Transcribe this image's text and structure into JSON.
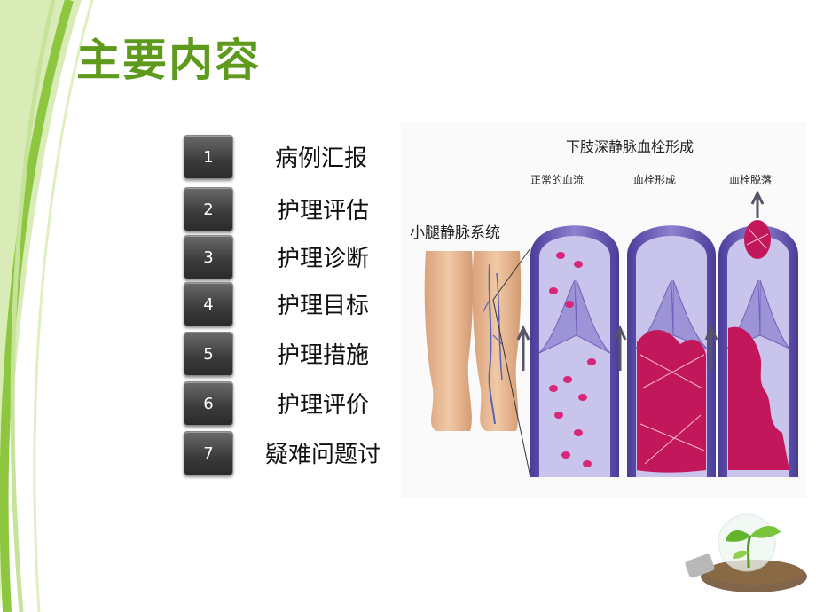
{
  "slide": {
    "title": "主要内容",
    "menu": [
      {
        "number": "1",
        "label": "病例汇报"
      },
      {
        "number": "2",
        "label": "护理评估"
      },
      {
        "number": "3",
        "label": "护理诊断"
      },
      {
        "number": "4",
        "label": "护理目标"
      },
      {
        "number": "5",
        "label": "护理措施"
      },
      {
        "number": "6",
        "label": "护理评价"
      },
      {
        "number": "7",
        "label": "疑难问题讨"
      }
    ]
  },
  "figure": {
    "title": "下肢深静脉血栓形成",
    "leg_label": "小腿静脉系统",
    "panels": [
      "正常的血流",
      "血栓形成",
      "血栓脱落"
    ]
  },
  "colors": {
    "title": "#5e9a1c",
    "accent_green": "#8dc63f",
    "vessel_wall": "#6f62b8",
    "vessel_inner": "#c9c4ec",
    "blood_cell": "#d8267a"
  }
}
